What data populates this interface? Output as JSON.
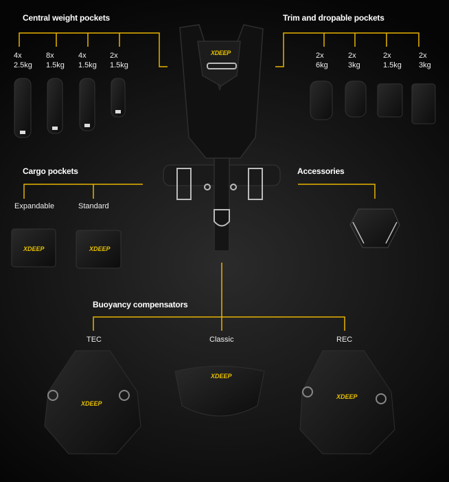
{
  "accent_color": "#e8b400",
  "brand_logo": "XDEEP",
  "sections": {
    "central_weight": {
      "title": "Central weight pockets",
      "items": [
        {
          "qty": "4x",
          "weight": "2.5kg"
        },
        {
          "qty": "8x",
          "weight": "1.5kg"
        },
        {
          "qty": "4x",
          "weight": "1.5kg"
        },
        {
          "qty": "2x",
          "weight": "1.5kg"
        }
      ]
    },
    "trim": {
      "title": "Trim and dropable pockets",
      "items": [
        {
          "qty": "2x",
          "weight": "6kg"
        },
        {
          "qty": "2x",
          "weight": "3kg"
        },
        {
          "qty": "2x",
          "weight": "1.5kg"
        },
        {
          "qty": "2x",
          "weight": "3kg"
        }
      ]
    },
    "cargo": {
      "title": "Cargo pockets",
      "items": [
        "Expandable",
        "Standard"
      ]
    },
    "accessories": {
      "title": "Accessories"
    },
    "bc": {
      "title": "Buoyancy compensators",
      "items": [
        "TEC",
        "Classic",
        "REC"
      ]
    }
  }
}
